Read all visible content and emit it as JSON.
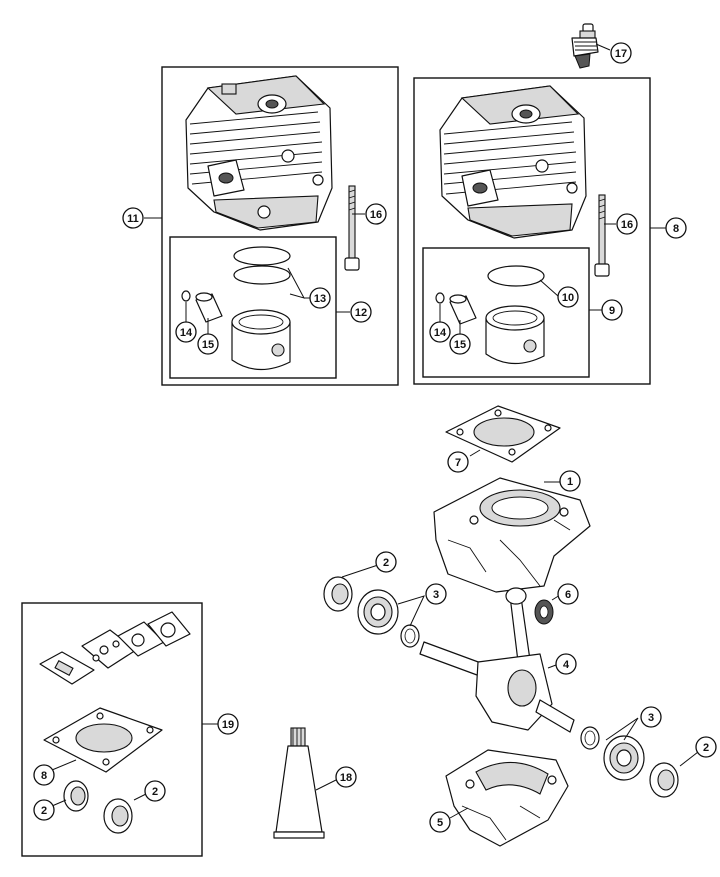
{
  "callouts": [
    {
      "id": "c1",
      "label": "1"
    },
    {
      "id": "c2a",
      "label": "2"
    },
    {
      "id": "c2b",
      "label": "2"
    },
    {
      "id": "c2c",
      "label": "2"
    },
    {
      "id": "c2d",
      "label": "2"
    },
    {
      "id": "c3a",
      "label": "3"
    },
    {
      "id": "c3b",
      "label": "3"
    },
    {
      "id": "c4",
      "label": "4"
    },
    {
      "id": "c5",
      "label": "5"
    },
    {
      "id": "c6",
      "label": "6"
    },
    {
      "id": "c7",
      "label": "7"
    },
    {
      "id": "c8a",
      "label": "8"
    },
    {
      "id": "c8b",
      "label": "8"
    },
    {
      "id": "c9",
      "label": "9"
    },
    {
      "id": "c10",
      "label": "10"
    },
    {
      "id": "c11",
      "label": "11"
    },
    {
      "id": "c12",
      "label": "12"
    },
    {
      "id": "c13",
      "label": "13"
    },
    {
      "id": "c14a",
      "label": "14"
    },
    {
      "id": "c14b",
      "label": "14"
    },
    {
      "id": "c15a",
      "label": "15"
    },
    {
      "id": "c15b",
      "label": "15"
    },
    {
      "id": "c16a",
      "label": "16"
    },
    {
      "id": "c16b",
      "label": "16"
    },
    {
      "id": "c17",
      "label": "17"
    },
    {
      "id": "c18",
      "label": "18"
    },
    {
      "id": "c19",
      "label": "19"
    }
  ]
}
